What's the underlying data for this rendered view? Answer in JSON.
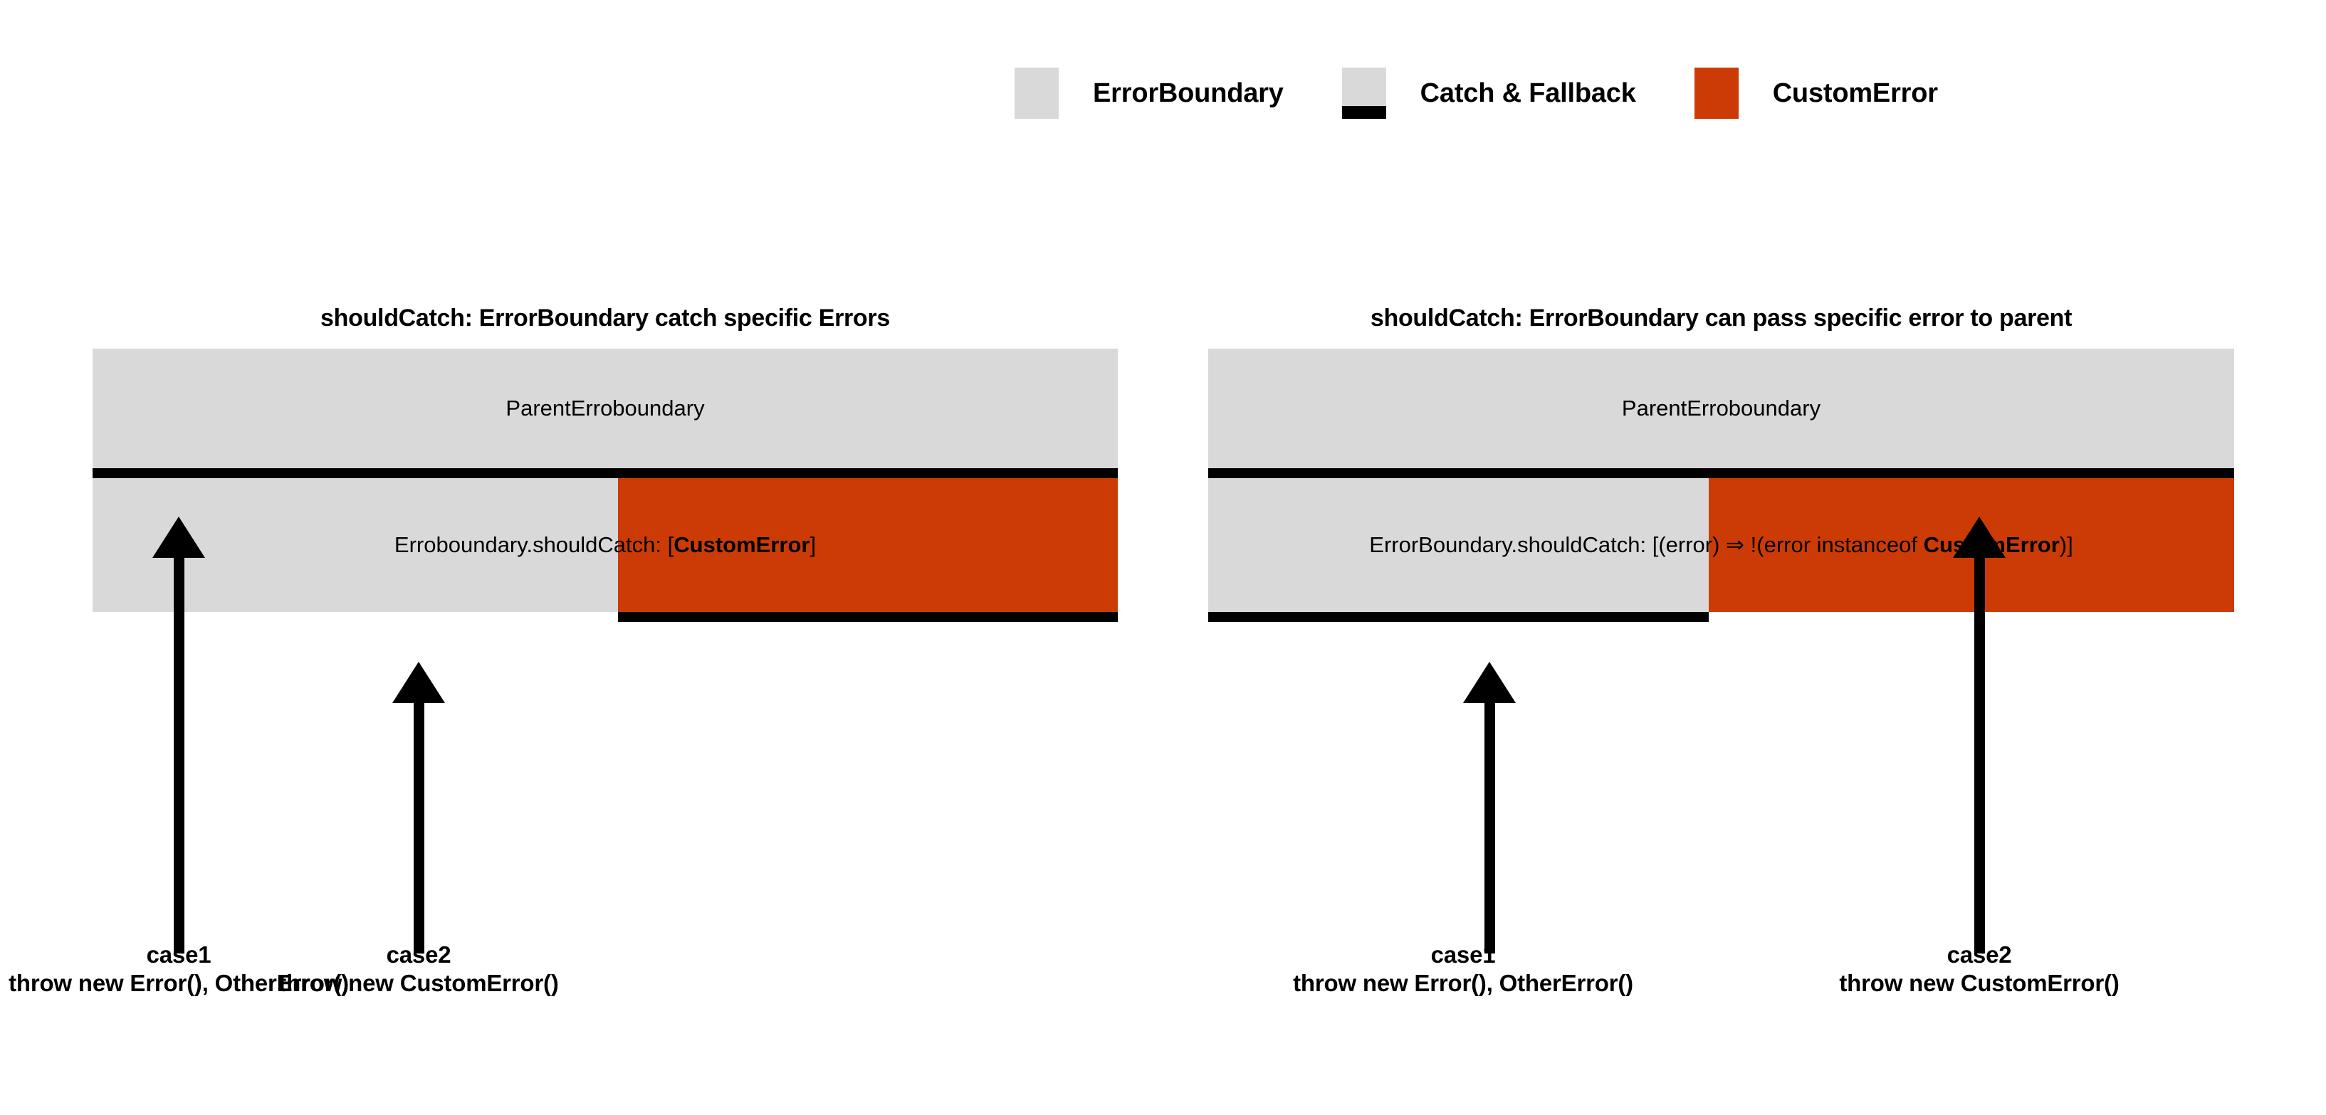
{
  "legend": {
    "items": [
      {
        "label": "ErrorBoundary",
        "icon": "gray-square-swatch",
        "color": "#d9d9d9"
      },
      {
        "label": "Catch & Fallback",
        "icon": "gray-square-black-bar-swatch",
        "color": "#d9d9d9"
      },
      {
        "label": "CustomError",
        "icon": "orange-square-swatch",
        "color": "#cc3b05"
      }
    ]
  },
  "panels": [
    {
      "title": "shouldCatch: ErrorBoundary catch specific Errors",
      "parent_label": "ParentErroboundary",
      "child_label_prefix": "Erroboundary.shouldCatch: [",
      "child_label_bold": "CustomError",
      "child_label_suffix": "]",
      "captions": [
        {
          "line1": "case1",
          "line2": "throw new Error(), OtherError()"
        },
        {
          "line1": "case2",
          "line2": "throw new CustomError()"
        }
      ]
    },
    {
      "title": "shouldCatch: ErrorBoundary can pass specific error to parent",
      "parent_label": "ParentErroboundary",
      "child_label_prefix": "ErrorBoundary.shouldCatch: [(error) ⇒ !(error instanceof ",
      "child_label_bold": "CustomError",
      "child_label_suffix": ")]",
      "captions": [
        {
          "line1": "case1",
          "line2": "throw new Error(), OtherError()"
        },
        {
          "line1": "case2",
          "line2": "throw new CustomError()"
        }
      ]
    }
  ],
  "colors": {
    "boundary_gray": "#d9d9d9",
    "custom_error_orange": "#cc3b05",
    "catch_bar_black": "#000000",
    "background": "#ffffff"
  }
}
